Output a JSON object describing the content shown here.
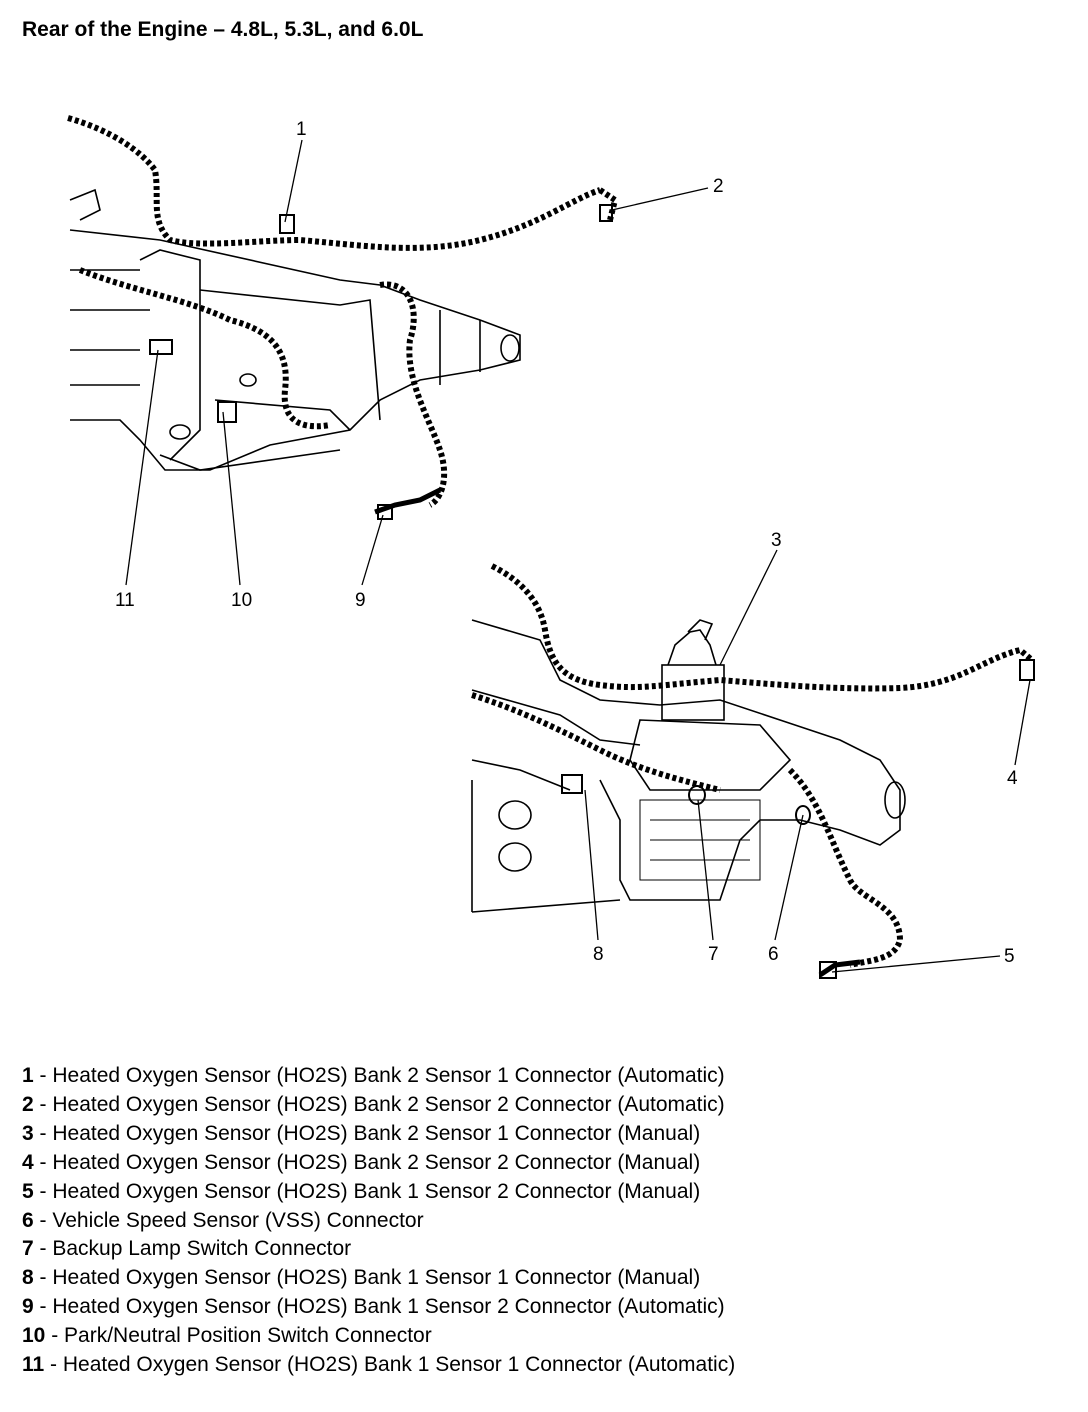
{
  "title": "Rear of the Engine – 4.8L, 5.3L, and 6.0L",
  "callouts": {
    "c1": "1",
    "c2": "2",
    "c3": "3",
    "c4": "4",
    "c5": "5",
    "c6": "6",
    "c7": "7",
    "c8": "8",
    "c9": "9",
    "c10": "10",
    "c11": "11"
  },
  "legend": [
    {
      "num": "1",
      "text": "Heated Oxygen Sensor (HO2S) Bank 2 Sensor 1 Connector (Automatic)"
    },
    {
      "num": "2",
      "text": "Heated Oxygen Sensor (HO2S) Bank 2 Sensor 2 Connector (Automatic)"
    },
    {
      "num": "3",
      "text": "Heated Oxygen Sensor (HO2S) Bank 2 Sensor 1 Connector (Manual)"
    },
    {
      "num": "4",
      "text": "Heated Oxygen Sensor (HO2S) Bank 2 Sensor 2 Connector (Manual)"
    },
    {
      "num": "5",
      "text": "Heated Oxygen Sensor (HO2S) Bank 1 Sensor 2 Connector (Manual)"
    },
    {
      "num": "6",
      "text": "Vehicle Speed Sensor (VSS) Connector"
    },
    {
      "num": "7",
      "text": "Backup Lamp Switch Connector"
    },
    {
      "num": "8",
      "text": "Heated Oxygen Sensor (HO2S) Bank 1 Sensor 1 Connector (Manual)"
    },
    {
      "num": "9",
      "text": "Heated Oxygen Sensor (HO2S) Bank 1 Sensor 2 Connector (Automatic)"
    },
    {
      "num": "10",
      "text": "Park/Neutral Position Switch Connector"
    },
    {
      "num": "11",
      "text": "Heated Oxygen Sensor (HO2S) Bank 1 Sensor 1 Connector (Automatic)"
    }
  ]
}
